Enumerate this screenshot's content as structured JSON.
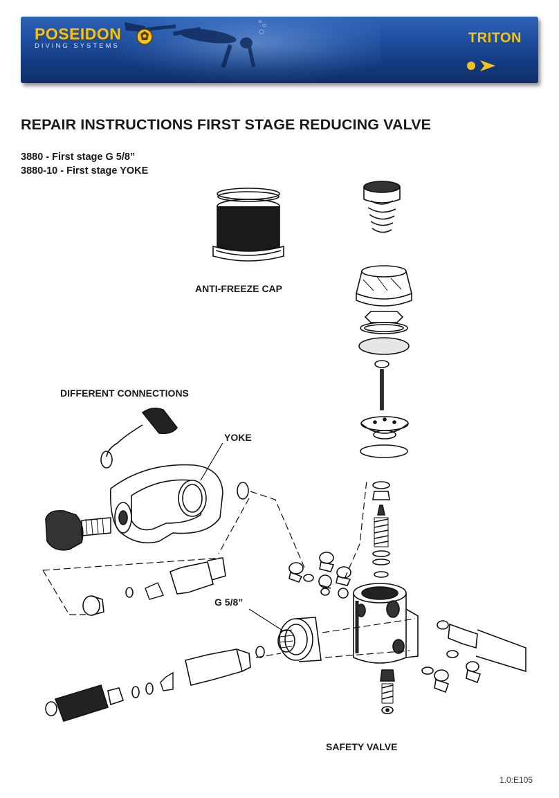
{
  "header": {
    "logo_name": "POSEIDON",
    "logo_sub": "DIVING SYSTEMS",
    "product": "TRITON",
    "colors": {
      "banner": "#1d4d9e",
      "accent": "#f2c41c"
    },
    "icons": [
      "diver-image",
      "logo-emblem-icon",
      "dot-icon",
      "arrow-right-icon"
    ]
  },
  "title": "REPAIR INSTRUCTIONS FIRST STAGE REDUCING VALVE",
  "models": [
    "3880 - First stage G 5/8”",
    "3880-10 - First stage YOKE"
  ],
  "labels": {
    "anti_freeze_cap": "ANTI-FREEZE CAP",
    "different_connections": "DIFFERENT CONNECTIONS",
    "yoke": "YOKE",
    "g58": "G 5/8”",
    "safety_valve": "SAFETY VALVE"
  },
  "footer": {
    "code": "1.0:E105"
  }
}
